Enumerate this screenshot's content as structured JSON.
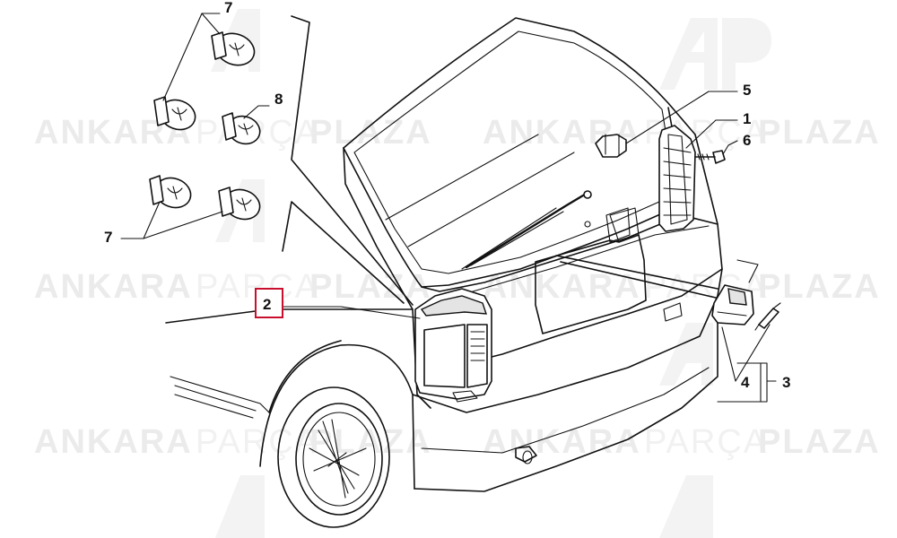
{
  "watermark": {
    "word1": "ANKARA",
    "word2": "PARÇA",
    "word3": "PLAZA",
    "logo_text": "AP",
    "color": "#ebebeb"
  },
  "callouts": {
    "c1": "1",
    "c2": "2",
    "c3": "3",
    "c4": "4",
    "c5": "5",
    "c6": "6",
    "c7_top": "7",
    "c7_bottom": "7",
    "c8": "8"
  },
  "highlight": {
    "color": "#c8102e"
  }
}
